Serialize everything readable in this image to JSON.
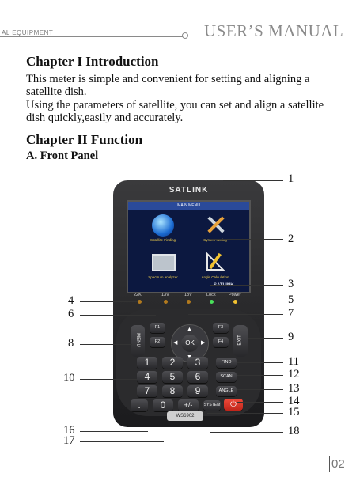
{
  "header": {
    "left_text": "AL EQUIPMENT",
    "right_text": "USER’S MANUAL"
  },
  "chapter1": {
    "title": "Chapter I  Introduction",
    "para1_line1": "This meter is simple and convenient for setting and aligning a",
    "para1_line2": "satellite dish.",
    "para2_line1": "Using the parameters of satellite, you can set and align a satellite",
    "para2_line2": "dish quickly,easily and accurately."
  },
  "chapter2": {
    "title": "Chapter II  Function",
    "section": "A. Front Panel"
  },
  "device": {
    "brand": "SATLINK",
    "screen": {
      "title": "MAIN MENU",
      "items": [
        "Satellite Finding",
        "System setting",
        "Spectrum analyzer",
        "Angle Calculation"
      ],
      "logo": "SATLINK"
    },
    "leds": [
      "22K",
      "13V",
      "18V",
      "Lock",
      "Power"
    ],
    "side_left": "MENU",
    "side_right": "EXIT",
    "keys": {
      "f1": "F1",
      "f2": "F2",
      "f3": "F3",
      "f4": "F4",
      "ok": "OK"
    },
    "numbers": [
      "1",
      "2",
      "3",
      "4",
      "5",
      "6",
      "7",
      "8",
      "9",
      ".",
      "0",
      "+/-"
    ],
    "fn_keys": [
      "FIND",
      "SCAN",
      "ANGLE",
      "SYSTEM"
    ],
    "model": "WS6902"
  },
  "callouts": {
    "right": [
      "1",
      "2",
      "3",
      "5",
      "7",
      "9",
      "11",
      "12",
      "13",
      "14",
      "15",
      "18"
    ],
    "left": [
      "4",
      "6",
      "8",
      "10",
      "16",
      "17"
    ]
  },
  "page_number": "02"
}
